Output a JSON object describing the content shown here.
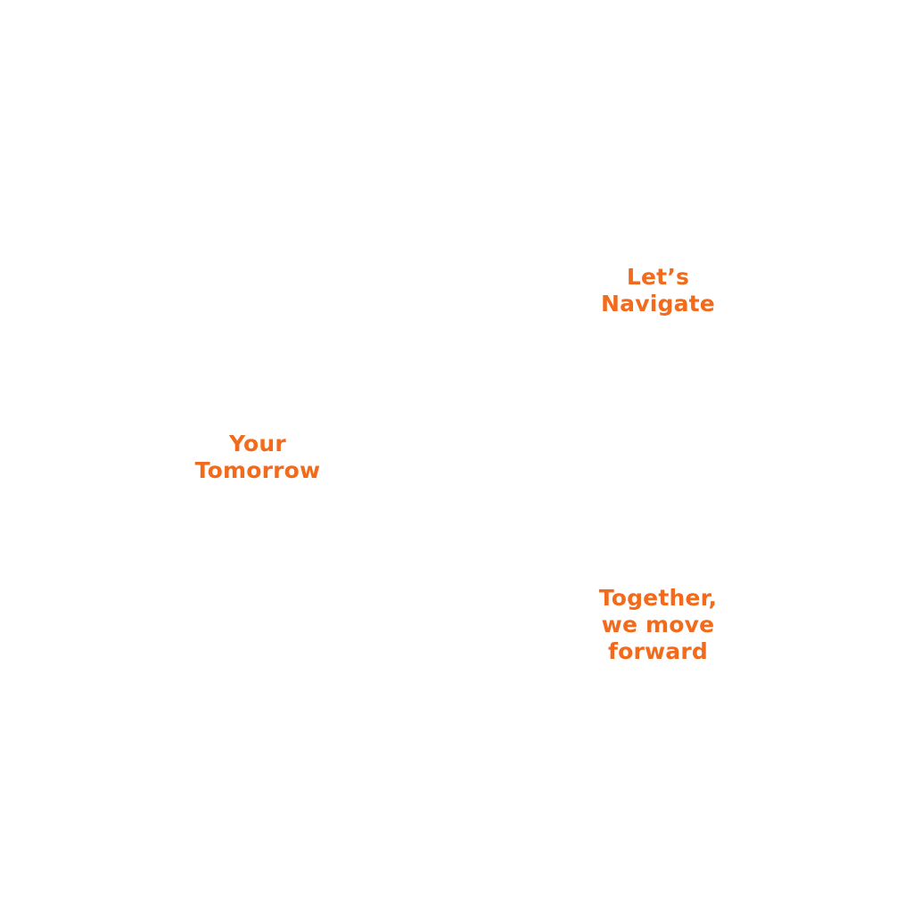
{
  "phrases": [
    {
      "lines": [
        "Let’s",
        "Navigate"
      ]
    },
    {
      "lines": [
        "Your",
        "Tomorrow"
      ]
    },
    {
      "lines": [
        "Together,",
        "we move",
        "forward"
      ]
    }
  ],
  "colors": {
    "text": "#f26a1b",
    "background": "#ffffff"
  }
}
